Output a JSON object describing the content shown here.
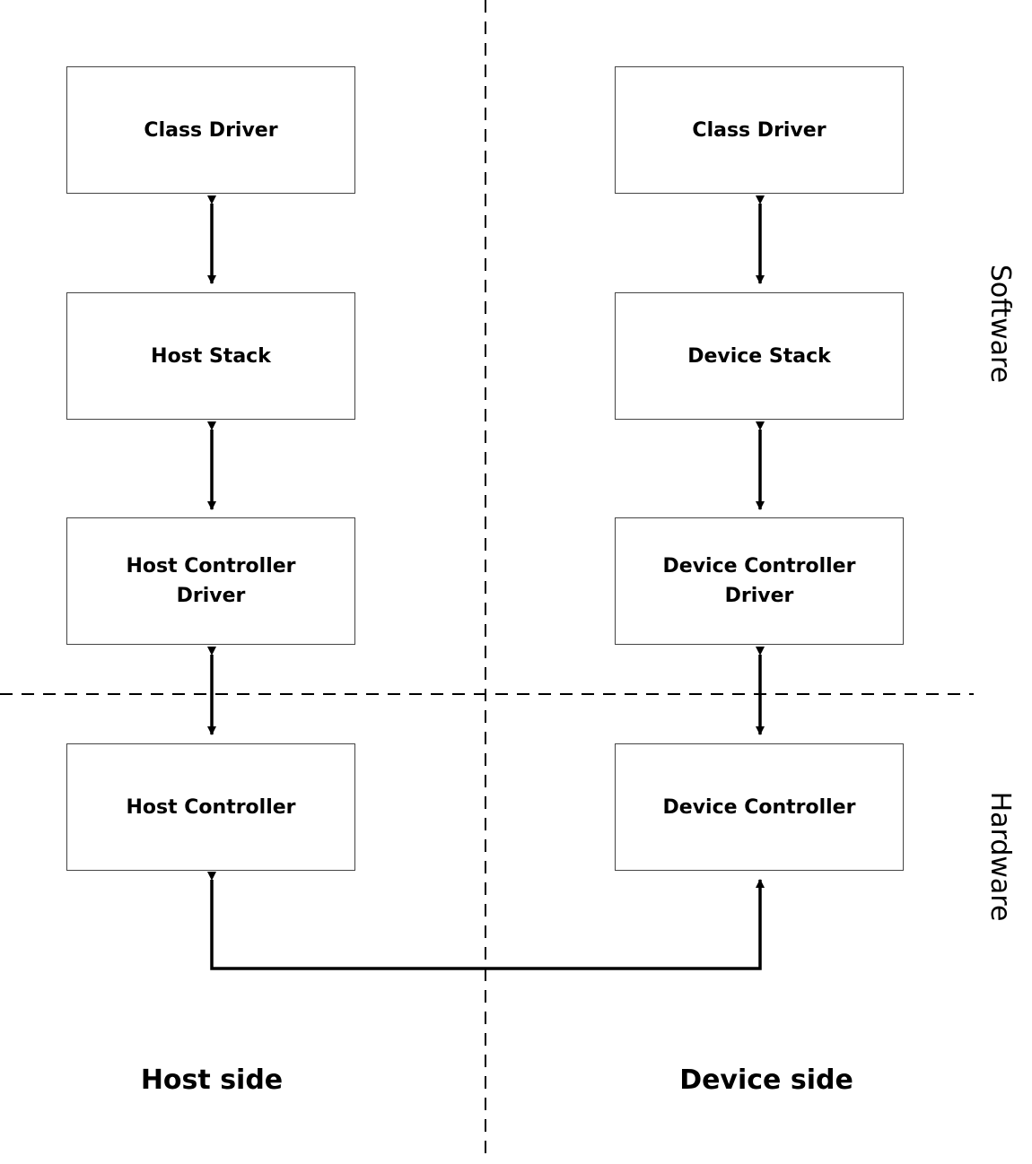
{
  "host": {
    "class_driver": "Class Driver",
    "stack": "Host Stack",
    "controller_driver": "Host Controller Driver",
    "controller": "Host Controller",
    "side_label": "Host side"
  },
  "device": {
    "class_driver": "Class Driver",
    "stack": "Device Stack",
    "controller_driver": "Device Controller Driver",
    "controller": "Device Controller",
    "side_label": "Device side"
  },
  "bands": {
    "software": "Software",
    "hardware": "Hardware"
  },
  "colors": {
    "line": "#000000",
    "box_border": "#444444",
    "background": "#ffffff"
  }
}
